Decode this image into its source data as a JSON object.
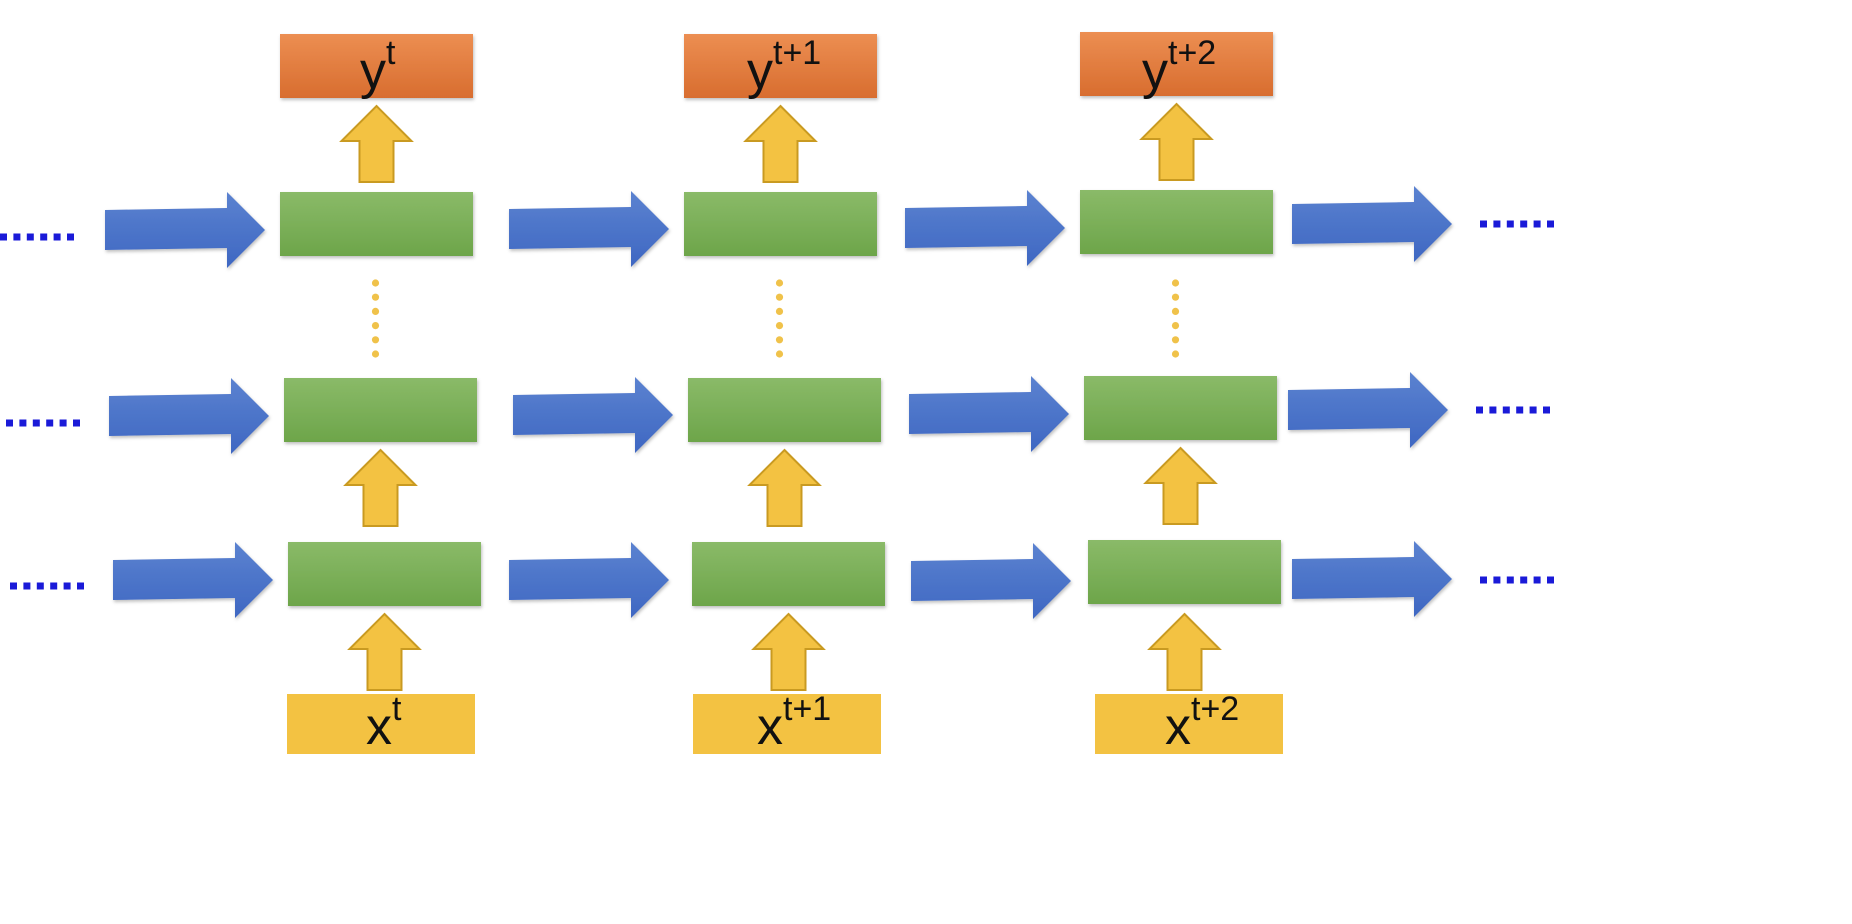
{
  "outputs": [
    {
      "base": "y",
      "sup": "t"
    },
    {
      "base": "y",
      "sup": "t+1"
    },
    {
      "base": "y",
      "sup": "t+2"
    }
  ],
  "inputs": [
    {
      "base": "x",
      "sup": "t"
    },
    {
      "base": "x",
      "sup": "t+1"
    },
    {
      "base": "x",
      "sup": "t+2"
    }
  ],
  "layers": 3,
  "timesteps": 3,
  "colors": {
    "hidden_top": "#8aba68",
    "hidden_bottom": "#6da54a",
    "output_top": "#ec8e52",
    "output_bottom": "#d86d2f",
    "input": "#f3c242",
    "up_arrow": "#f3c242",
    "up_arrow_stroke": "#c99a21",
    "right_arrow_top": "#5b82d0",
    "right_arrow_bottom": "#3e67c2",
    "ellipsis_side": "#1a1ad8",
    "ellipsis_vertical": "#f0c24a"
  },
  "side_ellipsis": "......"
}
